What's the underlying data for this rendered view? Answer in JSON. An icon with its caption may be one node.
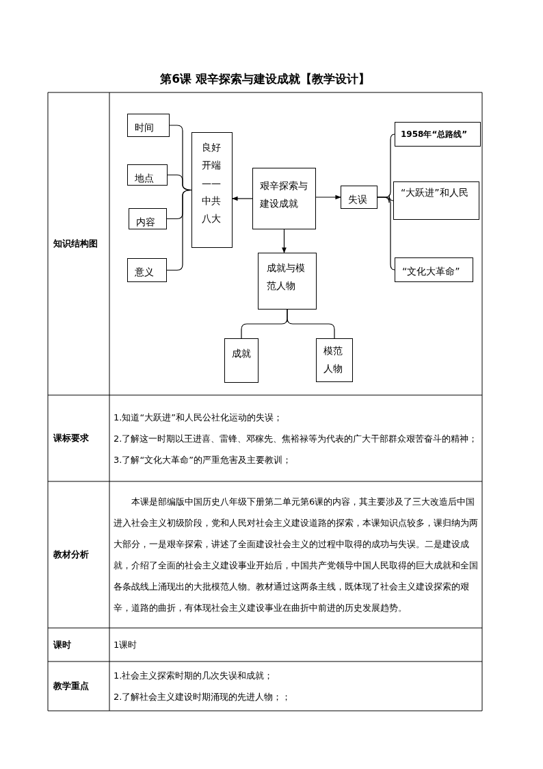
{
  "diagram": {
    "title": "第6课 艰辛探索与建设成就【教学设计】",
    "nodes": [
      {
        "text": [
          "时间"
        ]
      },
      {
        "text": [
          "地点"
        ]
      },
      {
        "text": [
          "内容"
        ]
      },
      {
        "text": [
          "意义"
        ]
      },
      {
        "text": [
          "良好开端——中共八大"
        ]
      },
      {
        "text": [
          "艰辛探索与建设成就"
        ]
      },
      {
        "text": [
          "失误"
        ]
      },
      {
        "text": [
          "1958年“总路线”"
        ]
      },
      {
        "text": [
          "“大跃进”和人民"
        ]
      },
      {
        "text": [
          "“文化大革命”"
        ]
      },
      {
        "text": [
          "成就与模范人物"
        ]
      },
      {
        "text": [
          "成就"
        ]
      },
      {
        "text": [
          "模范人物"
        ]
      }
    ],
    "edges": [
      {
        "from": 4,
        "to": 0,
        "arrow": "none"
      },
      {
        "from": 4,
        "to": 1,
        "arrow": "none"
      },
      {
        "from": 4,
        "to": 2,
        "arrow": "none"
      },
      {
        "from": 4,
        "to": 3,
        "arrow": "none"
      },
      {
        "from": 5,
        "to": 4,
        "arrow": "to"
      },
      {
        "from": 5,
        "to": 6,
        "arrow": "to"
      },
      {
        "from": 6,
        "to": 7,
        "arrow": "none"
      },
      {
        "from": 6,
        "to": 8,
        "arrow": "none"
      },
      {
        "from": 6,
        "to": 9,
        "arrow": "none"
      },
      {
        "from": 5,
        "to": 10,
        "arrow": "to"
      },
      {
        "from": 10,
        "to": 11,
        "arrow": "none"
      },
      {
        "from": 10,
        "to": 12,
        "arrow": "none"
      }
    ],
    "labels": [
      "知识结构图",
      "课标要求",
      "1.知道“大跃进”和人民公社化运动的失误；",
      "2.了解这一时期以王进喜、雷锋、邓稼先、焦裕禄等为代表的广大干部群众艰苦奋斗的精神；",
      "3.了解“文化大革命”的严重危害及主要教训；",
      "教材分析",
      "本课是部编版中国历史八年级下册第二单元第6课的内容，其主要涉及了三大改造后中国进入社会主义初级阶段，党和人民对社会主义建设道路的探索，本课知识点较多，课归纳为两大部分，一是艰辛探索，讲述了全面建设社会主义的过程中取得的成功与失误。二是建设成就，介绍了全面的社会主义建设事业开始后，中国共产党领导中国人民取得的巨大成就和全国各条战线上涌现出的大批模范人物。教材通过这两条主线，既体现了社会主义建设探索的艰辛，道路的曲折，有体现社会主义建设事业在曲折中前进的历史发展趋势。",
      "课时",
      "1课时",
      "教学重点",
      "1.社会主义探索时期的几次失误和成就；",
      "2.了解社会主义建设时期涌现的先进人物；；"
    ]
  }
}
